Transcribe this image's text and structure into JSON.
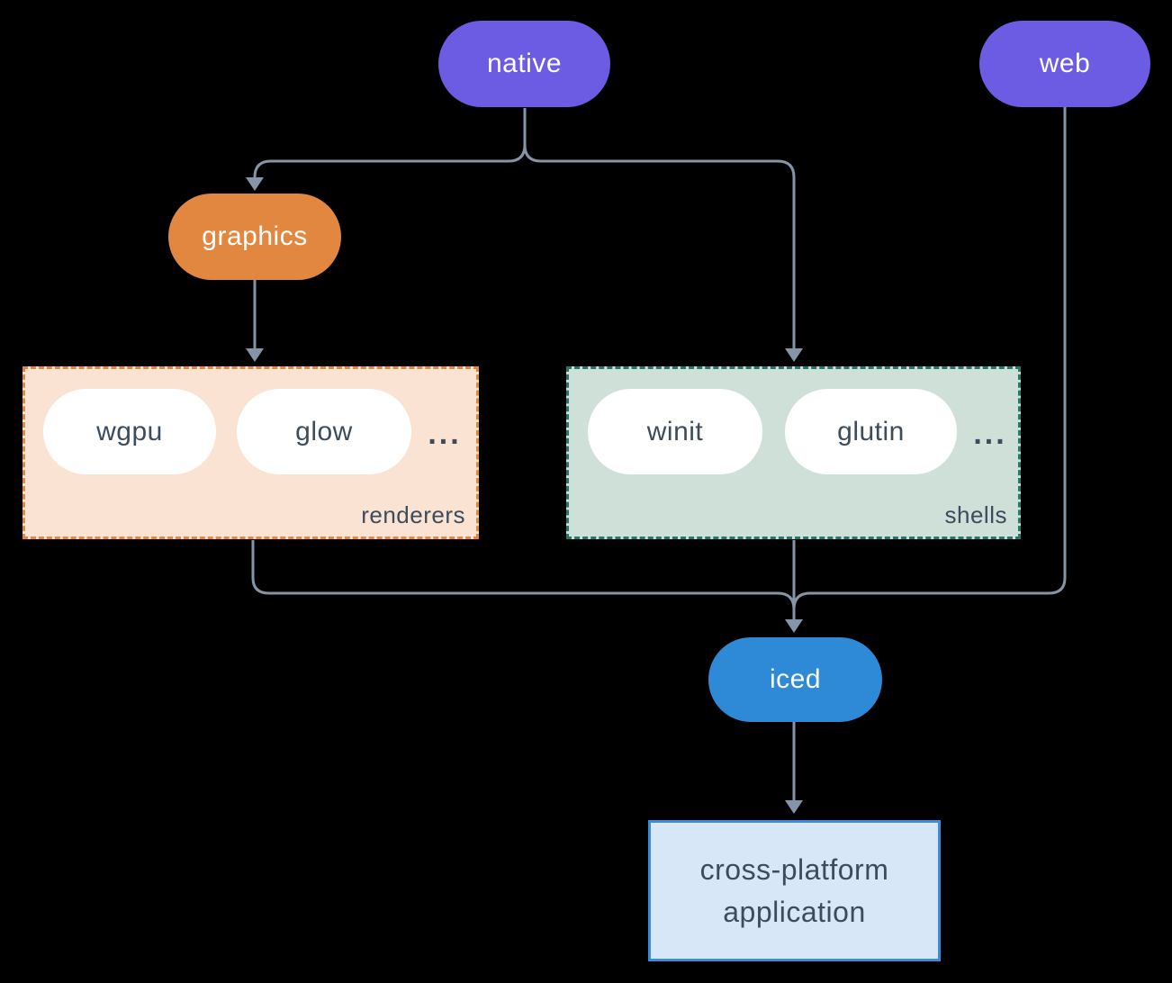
{
  "diagram": {
    "background_color": "#000000",
    "edge_color": "#8495a7",
    "nodes": {
      "native": {
        "label": "native",
        "color": "#6b5ce3"
      },
      "web": {
        "label": "web",
        "color": "#6b5ce3"
      },
      "graphics": {
        "label": "graphics",
        "color": "#e28740"
      },
      "iced": {
        "label": "iced",
        "color": "#2e89d6"
      },
      "wgpu": {
        "label": "wgpu",
        "color": "#ffffff"
      },
      "glow": {
        "label": "glow",
        "color": "#ffffff"
      },
      "winit": {
        "label": "winit",
        "color": "#ffffff"
      },
      "glutin": {
        "label": "glutin",
        "color": "#ffffff"
      },
      "app": {
        "line1": "cross-platform",
        "line2": "application",
        "bg": "#d8e7f7",
        "border": "#3c8ada"
      }
    },
    "groups": {
      "renderers": {
        "label": "renderers",
        "ellipsis": "...",
        "bg": "#fae3d3",
        "border": "#e8863c"
      },
      "shells": {
        "label": "shells",
        "ellipsis": "...",
        "bg": "#cfe0d9",
        "border": "#20796a"
      }
    },
    "edges": [
      {
        "from": "native",
        "to": "graphics"
      },
      {
        "from": "native",
        "to": "shells"
      },
      {
        "from": "graphics",
        "to": "renderers"
      },
      {
        "from": "renderers",
        "to": "iced"
      },
      {
        "from": "shells",
        "to": "iced"
      },
      {
        "from": "web",
        "to": "iced"
      },
      {
        "from": "iced",
        "to": "app"
      }
    ]
  }
}
